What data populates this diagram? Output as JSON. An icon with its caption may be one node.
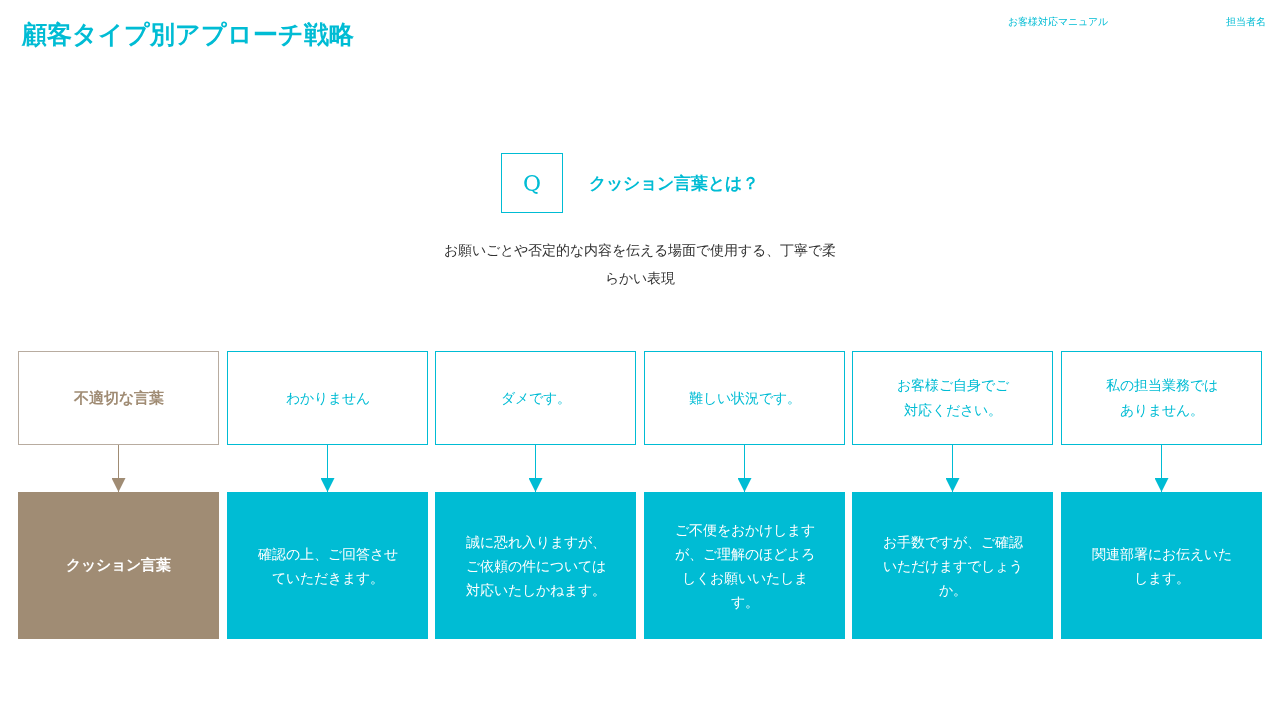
{
  "diagram": {
    "title": "顧客タイプ別アプローチ戦略",
    "nodes": [
      {
        "text": [
          "Q"
        ],
        "beside": [
          "クッション言葉とは？"
        ]
      },
      {
        "text": [
          "不適切な言葉"
        ]
      },
      {
        "text": [
          "わかりません"
        ]
      },
      {
        "text": [
          "ダメです。"
        ]
      },
      {
        "text": [
          "難しい状況です。"
        ]
      },
      {
        "text": [
          "お客様ご自身でご対応ください。"
        ]
      },
      {
        "text": [
          "私の担当業務ではありません。"
        ]
      },
      {
        "text": [
          "クッション言葉"
        ]
      },
      {
        "text": [
          "確認の上、ご回答させていただきます。"
        ]
      },
      {
        "text": [
          "誠に恐れ入りますが、ご依頼の件については対応いたしかねます。"
        ]
      },
      {
        "text": [
          "ご不便をおかけしますが、ご理解のほどよろしくお願いいたします。"
        ]
      },
      {
        "text": [
          "お手数ですが、ご確認いただけますでしょうか。"
        ]
      },
      {
        "text": [
          "関連部署にお伝えいたします。"
        ]
      }
    ],
    "edges": [
      {
        "from": 1,
        "to": 7,
        "arrow": "to",
        "color": "#a08c74"
      },
      {
        "from": 2,
        "to": 8,
        "arrow": "to"
      },
      {
        "from": 3,
        "to": 9,
        "arrow": "to"
      },
      {
        "from": 4,
        "to": 10,
        "arrow": "to"
      },
      {
        "from": 5,
        "to": 11,
        "arrow": "to"
      },
      {
        "from": 6,
        "to": 12,
        "arrow": "to"
      }
    ],
    "labels": [
      "お客様対応マニュアル",
      "担当者名",
      "お願いごとや否定的な内容を伝える場面で使用する、丁寧で柔らかい表現"
    ]
  }
}
